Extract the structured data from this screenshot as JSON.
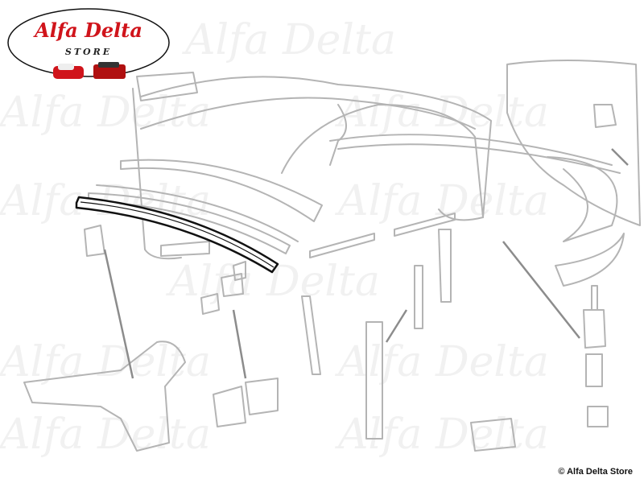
{
  "logo": {
    "brand": "Alfa Delta",
    "sub": "STORE"
  },
  "watermark": "Alfa Delta",
  "copyright": "© Alfa Delta Store",
  "colors": {
    "parts": "#b4b4b4",
    "highlight": "#111111",
    "arrows": "#8c8c8c",
    "brand_red": "#d0141b"
  }
}
